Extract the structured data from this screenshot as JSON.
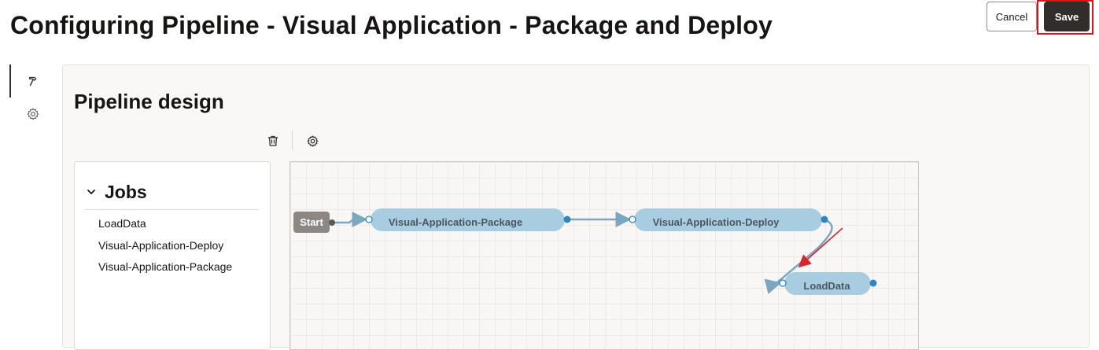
{
  "page": {
    "title": "Configuring Pipeline - Visual Application - Package and Deploy"
  },
  "header": {
    "cancel_label": "Cancel",
    "save_label": "Save"
  },
  "side_rail": {
    "items": [
      {
        "icon": "hammer-icon",
        "active": true
      },
      {
        "icon": "gear-icon",
        "active": false
      }
    ]
  },
  "design": {
    "title": "Pipeline design",
    "toolbar": {
      "delete_icon": "trash-icon",
      "settings_icon": "gear-icon"
    }
  },
  "jobs": {
    "title": "Jobs",
    "items": [
      "LoadData",
      "Visual-Application-Deploy",
      "Visual-Application-Package"
    ]
  },
  "pipeline": {
    "start_label": "Start",
    "nodes": [
      {
        "label": "Visual-Application-Package"
      },
      {
        "label": "Visual-Application-Deploy"
      },
      {
        "label": "LoadData"
      }
    ]
  },
  "colors": {
    "node_fill": "#a8cde0",
    "connector": "#7aa7c2",
    "port": "#2e86c1",
    "start_fill": "#8c8783",
    "highlight": "#e0101c",
    "annotation_arrow": "#d9252e"
  }
}
